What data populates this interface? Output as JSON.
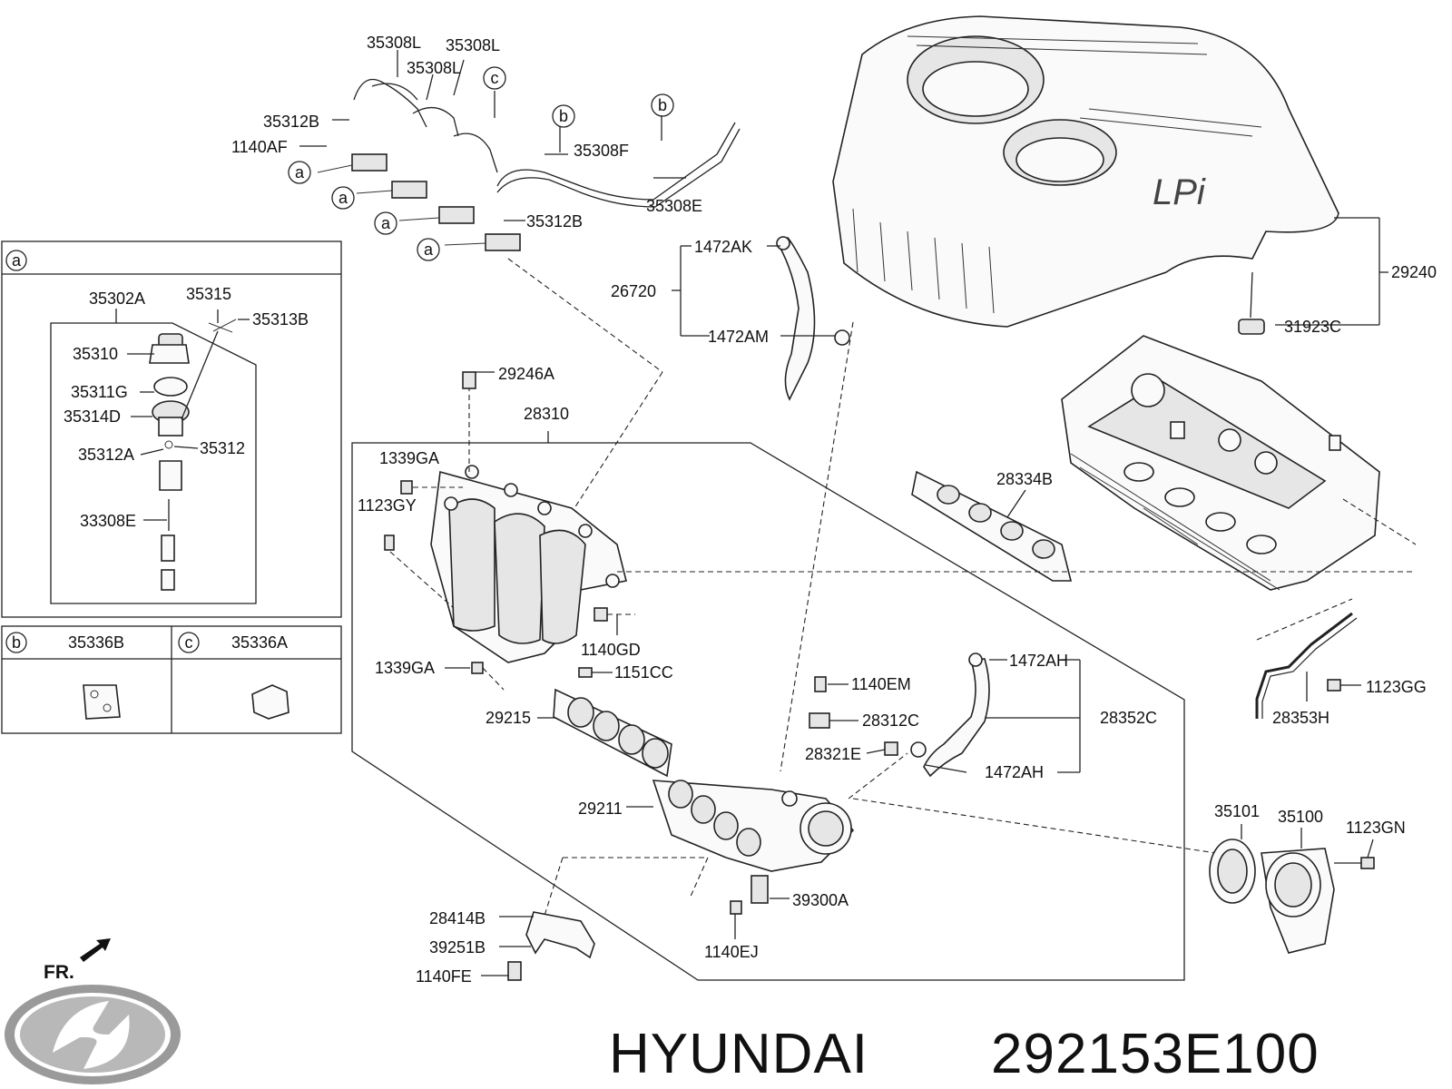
{
  "brand_footer": {
    "brand": "HYUNDAI",
    "part_number": "292153E100"
  },
  "front_marker": "FR.",
  "logo": {
    "name": "hyundai-logo"
  },
  "callouts": {
    "a": "a",
    "b": "b",
    "c": "c"
  },
  "inset_a": {
    "title": "a",
    "labels": [
      "35302A",
      "35315",
      "35313B",
      "35310",
      "35311G",
      "35314D",
      "35312",
      "35312A",
      "33308E"
    ]
  },
  "inset_b": {
    "title": "b",
    "part": "35336B"
  },
  "inset_c": {
    "title": "c",
    "part": "35336A"
  },
  "labels": {
    "p35308L_1": "35308L",
    "p35308L_2": "35308L",
    "p35308L_3": "35308L",
    "p35312B_1": "35312B",
    "p1140AF": "1140AF",
    "p35308F": "35308F",
    "p35308E": "35308E",
    "p35312B_2": "35312B",
    "p1472AK": "1472AK",
    "p26720": "26720",
    "p1472AM": "1472AM",
    "p29240": "29240",
    "p31923C": "31923C",
    "p29246A": "29246A",
    "p28310": "28310",
    "p1339GA_1": "1339GA",
    "p1123GY": "1123GY",
    "p28334B": "28334B",
    "p1140GD": "1140GD",
    "p1339GA_2": "1339GA",
    "p1151CC": "1151CC",
    "p29215": "29215",
    "p1140EM": "1140EM",
    "p1472AH_1": "1472AH",
    "p28312C": "28312C",
    "p28352C": "28352C",
    "p28321E": "28321E",
    "p1472AH_2": "1472AH",
    "p28353H": "28353H",
    "p1123GG": "1123GG",
    "p29211": "29211",
    "p35101": "35101",
    "p35100": "35100",
    "p1123GN": "1123GN",
    "p39300A": "39300A",
    "p28414B": "28414B",
    "p39251B": "39251B",
    "p1140FE": "1140FE",
    "p1140EJ": "1140EJ"
  }
}
